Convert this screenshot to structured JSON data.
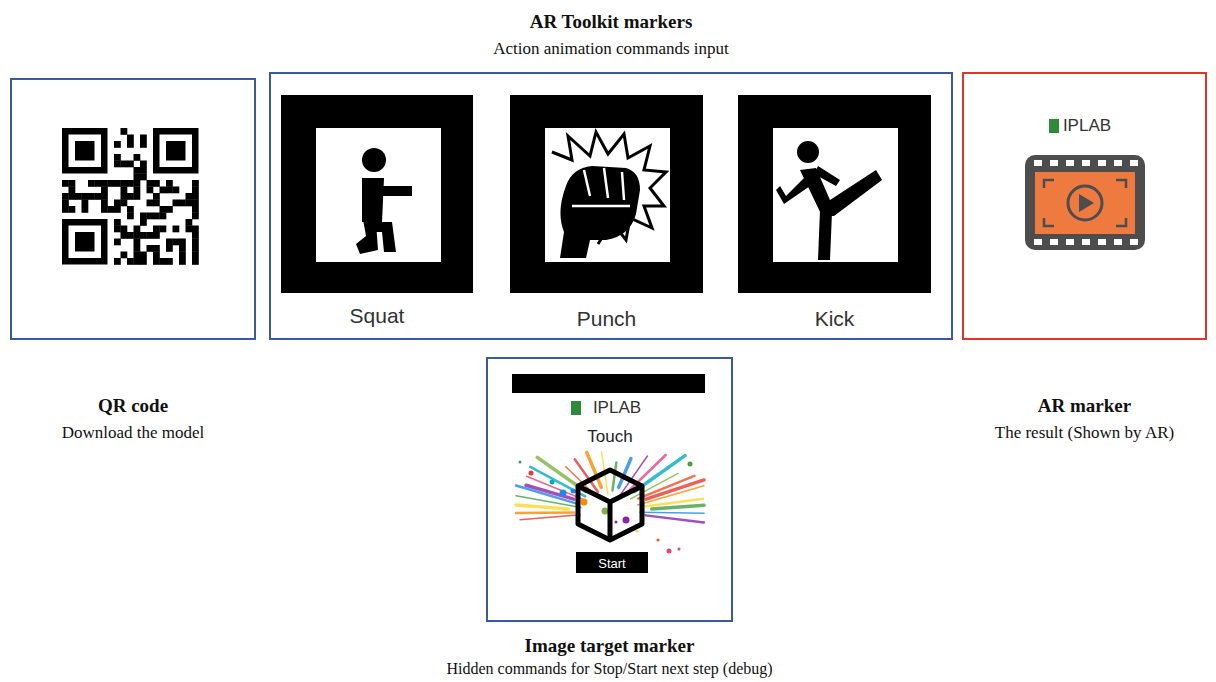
{
  "diagram": {
    "nodes": [
      {
        "text": [
          "QR code",
          "Download the model"
        ]
      },
      {
        "text": [
          "AR Toolkit markers",
          "Action animation commands input"
        ]
      },
      {
        "text": [
          "Squat"
        ],
        "in": 1
      },
      {
        "text": [
          "Punch"
        ],
        "in": 1
      },
      {
        "text": [
          "Kick"
        ],
        "in": 1
      },
      {
        "text": [
          "AR marker",
          "The result (Shown by AR)"
        ]
      },
      {
        "text": [
          "Image target marker",
          "Hidden commands for Stop/Start next step (debug)"
        ]
      }
    ],
    "labels": [
      "IPLAB",
      "IPLAB",
      "Touch",
      "Start"
    ]
  }
}
